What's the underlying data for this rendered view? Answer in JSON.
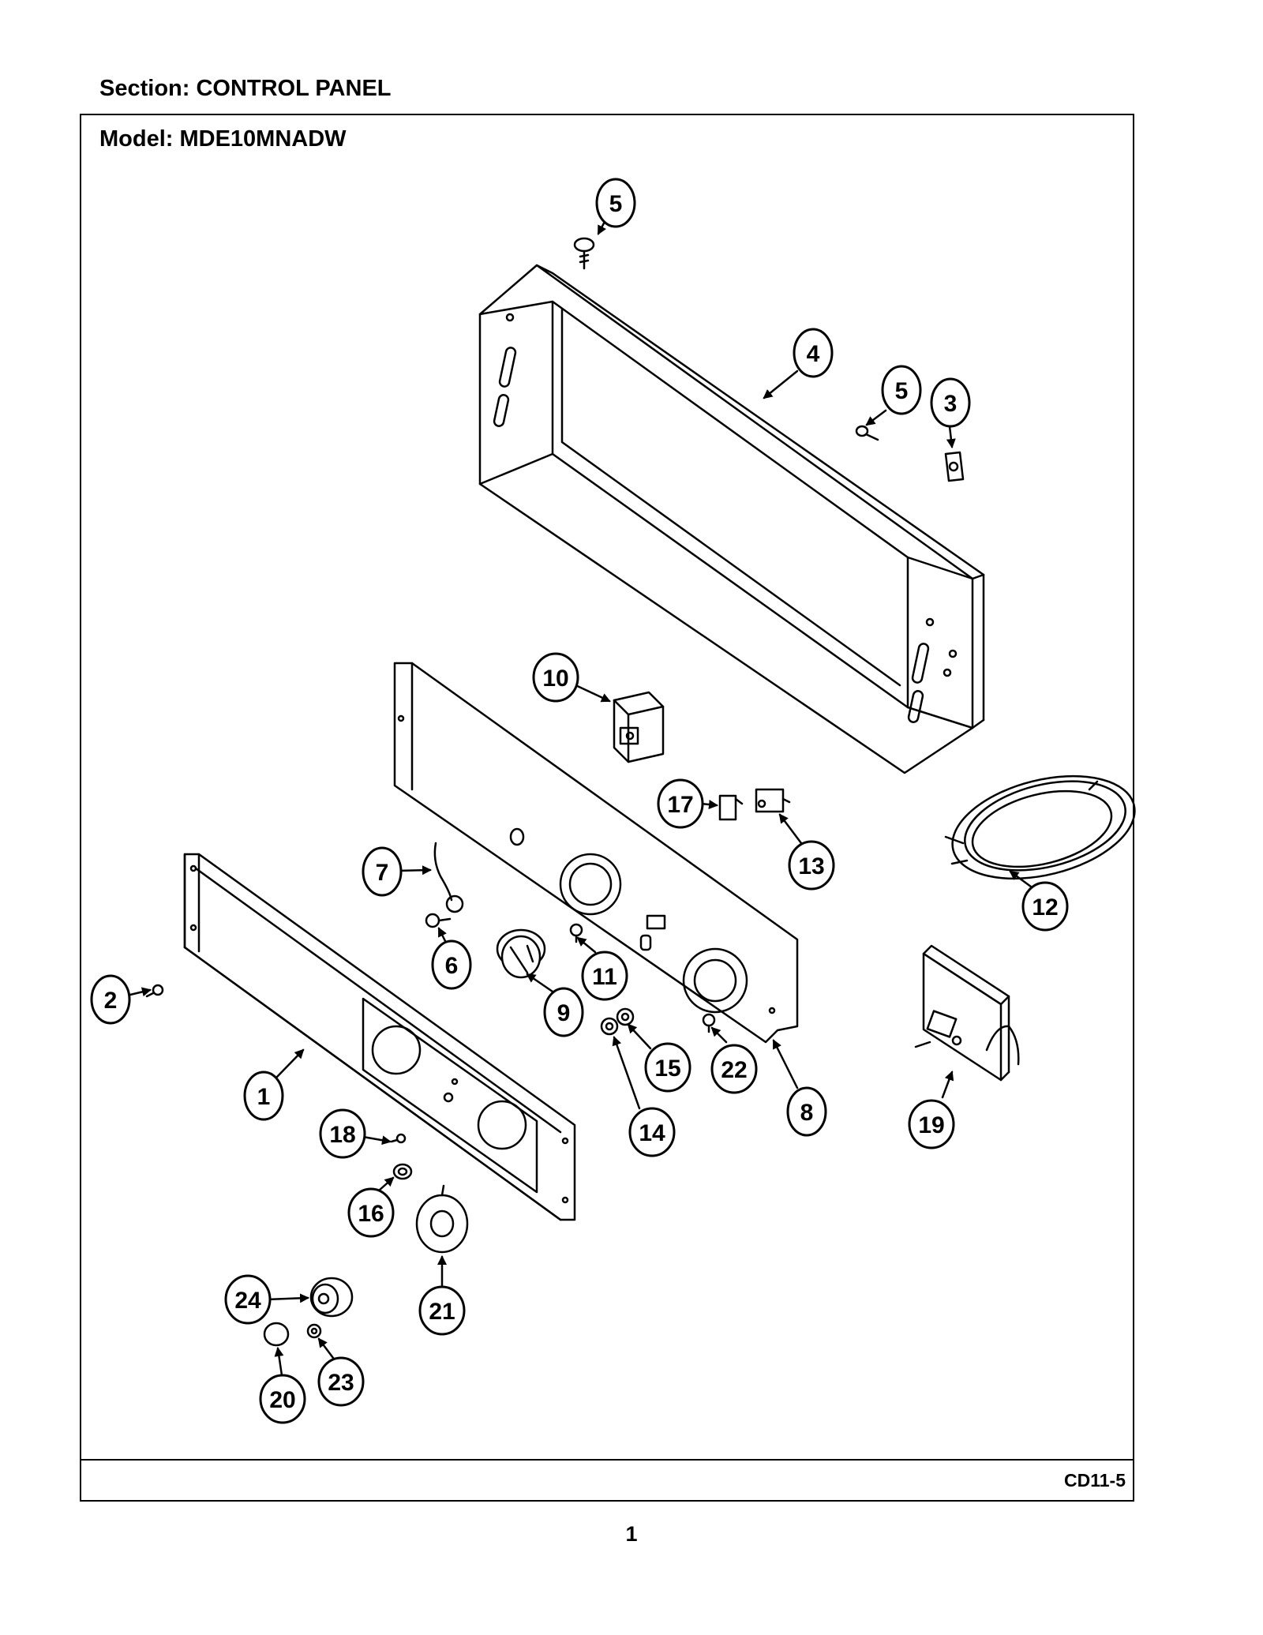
{
  "header": {
    "section_label": "Section:  CONTROL PANEL",
    "model_label": "Model:  MDE10MNADW"
  },
  "footer": {
    "diagram_code": "CD11-5",
    "page_number": "1"
  },
  "callouts": [
    {
      "id": "c5a",
      "label": "5"
    },
    {
      "id": "c4",
      "label": "4"
    },
    {
      "id": "c5b",
      "label": "5"
    },
    {
      "id": "c3",
      "label": "3"
    },
    {
      "id": "c10",
      "label": "10"
    },
    {
      "id": "c17",
      "label": "17"
    },
    {
      "id": "c13",
      "label": "13"
    },
    {
      "id": "c12",
      "label": "12"
    },
    {
      "id": "c7",
      "label": "7"
    },
    {
      "id": "c6",
      "label": "6"
    },
    {
      "id": "c11",
      "label": "11"
    },
    {
      "id": "c9",
      "label": "9"
    },
    {
      "id": "c2",
      "label": "2"
    },
    {
      "id": "c1",
      "label": "1"
    },
    {
      "id": "c15",
      "label": "15"
    },
    {
      "id": "c22",
      "label": "22"
    },
    {
      "id": "c14",
      "label": "14"
    },
    {
      "id": "c8",
      "label": "8"
    },
    {
      "id": "c19",
      "label": "19"
    },
    {
      "id": "c18",
      "label": "18"
    },
    {
      "id": "c16",
      "label": "16"
    },
    {
      "id": "c21",
      "label": "21"
    },
    {
      "id": "c24",
      "label": "24"
    },
    {
      "id": "c20",
      "label": "20"
    },
    {
      "id": "c23",
      "label": "23"
    }
  ]
}
